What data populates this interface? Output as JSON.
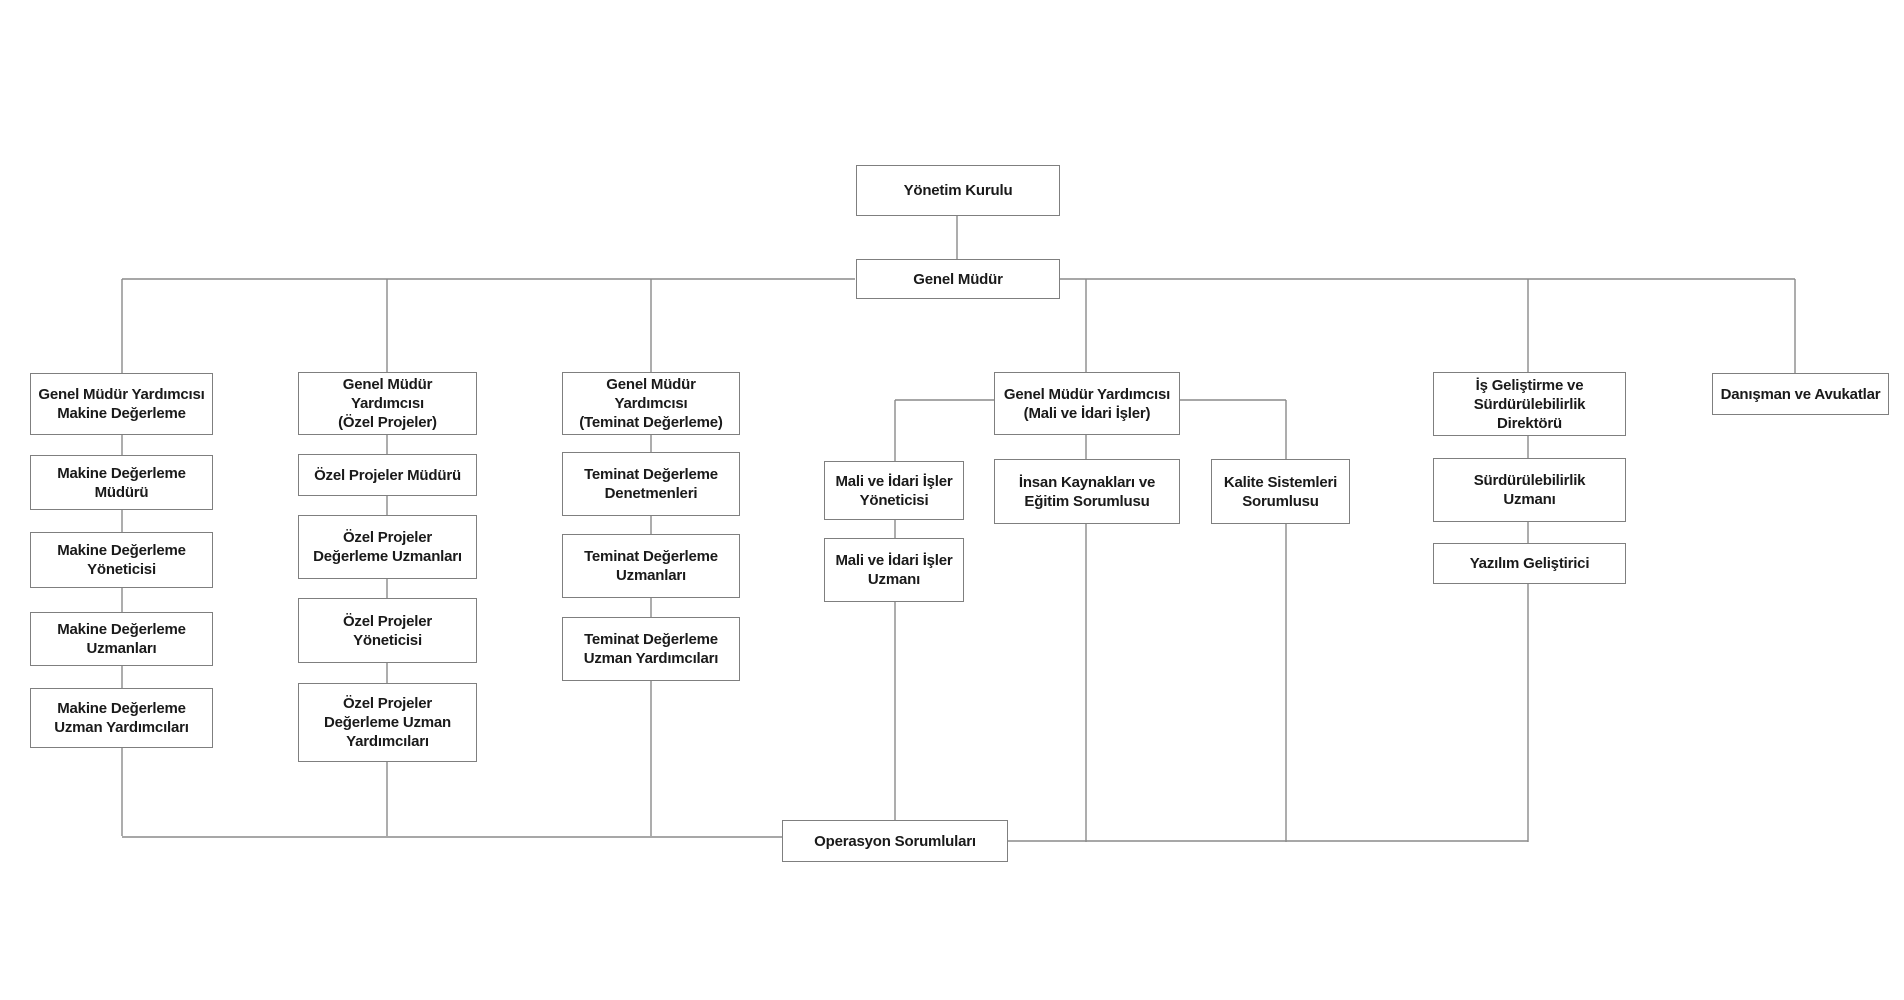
{
  "nodes": {
    "yonetim_kurulu": "Yönetim Kurulu",
    "genel_mudur": "Genel Müdür",
    "gmy_makine": "Genel Müdür Yardımcısı\nMakine Değerleme",
    "makine_muduru": "Makine Değerleme\nMüdürü",
    "makine_yoneticisi": "Makine Değerleme\nYöneticisi",
    "makine_uzmanlari": "Makine Değerleme\nUzmanları",
    "makine_uzman_yardimcilari": "Makine Değerleme\nUzman Yardımcıları",
    "gmy_ozel": "Genel Müdür Yardımcısı\n(Özel Projeler)",
    "ozel_muduru": "Özel Projeler Müdürü",
    "ozel_uzmanlari": "Özel Projeler\nDeğerleme Uzmanları",
    "ozel_yoneticisi": "Özel Projeler\nYöneticisi",
    "ozel_uzman_yardimcilari": "Özel Projeler\nDeğerleme Uzman\nYardımcıları",
    "gmy_teminat": "Genel Müdür Yardımcısı\n(Teminat Değerleme)",
    "teminat_denetmenleri": "Teminat Değerleme\nDenetmenleri",
    "teminat_uzmanlari": "Teminat Değerleme\nUzmanları",
    "teminat_uzman_yardimcilari": "Teminat Değerleme\nUzman Yardımcıları",
    "gmy_mali": "Genel Müdür Yardımcısı\n(Mali ve İdari İşler)",
    "mali_yoneticisi": "Mali ve İdari İşler\nYöneticisi",
    "mali_uzmani": "Mali ve İdari İşler\nUzmanı",
    "insan_kaynaklari": "İnsan Kaynakları ve\nEğitim Sorumlusu",
    "kalite_sistemleri": "Kalite Sistemleri\nSorumlusu",
    "is_gelistirme": "İş Geliştirme ve\nSürdürülebilirlik Direktörü",
    "surdurulebilirlik_uzmani": "Sürdürülebilirlik\nUzmanı",
    "yazilim_gelistirici": "Yazılım Geliştirici",
    "danisman": "Danışman ve Avukatlar",
    "operasyon": "Operasyon Sorumluları"
  }
}
